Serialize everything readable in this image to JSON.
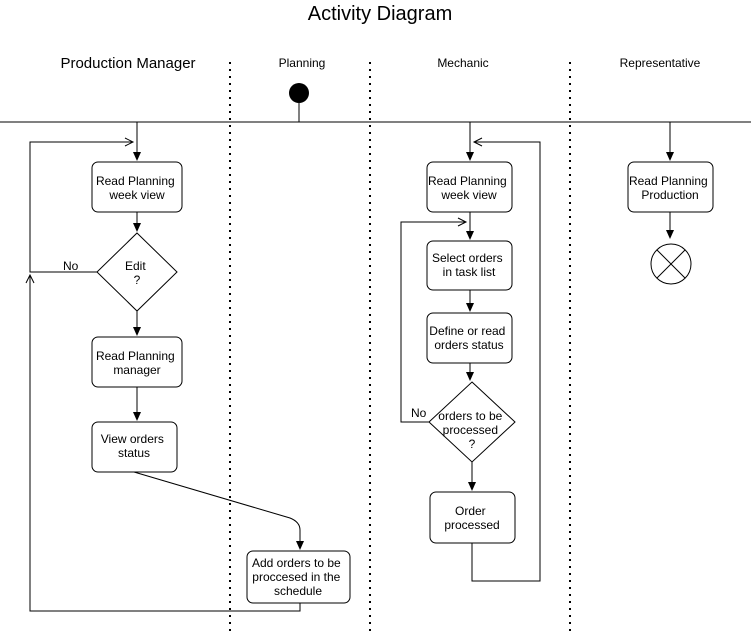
{
  "diagram": {
    "title": "Activity Diagram",
    "lanes": {
      "production_manager": "Production Manager",
      "planning": "Planning",
      "mechanic": "Mechanic",
      "representative": "Representative"
    },
    "nodes": {
      "pm_read_week": [
        "Read Planning",
        "week view"
      ],
      "pm_edit": [
        "Edit",
        "?"
      ],
      "pm_read_manager": [
        "Read Planning",
        "manager"
      ],
      "pm_view_status": [
        "View orders",
        "status"
      ],
      "pl_add_orders": [
        "Add orders to be",
        "proccesed in the",
        "schedule"
      ],
      "me_read_week": [
        "Read Planning",
        "week view"
      ],
      "me_select": [
        "Select orders",
        "in task list"
      ],
      "me_define": [
        "Define or read",
        "orders status"
      ],
      "me_decision": [
        "orders to be",
        "processed",
        "?"
      ],
      "me_processed": [
        "Order",
        "processed"
      ],
      "rep_read_prod": [
        "Read Planning",
        "Production"
      ]
    },
    "labels": {
      "pm_no": "No",
      "me_no": "No"
    },
    "colors": {
      "stroke": "#000000",
      "fill": "#ffffff"
    }
  }
}
